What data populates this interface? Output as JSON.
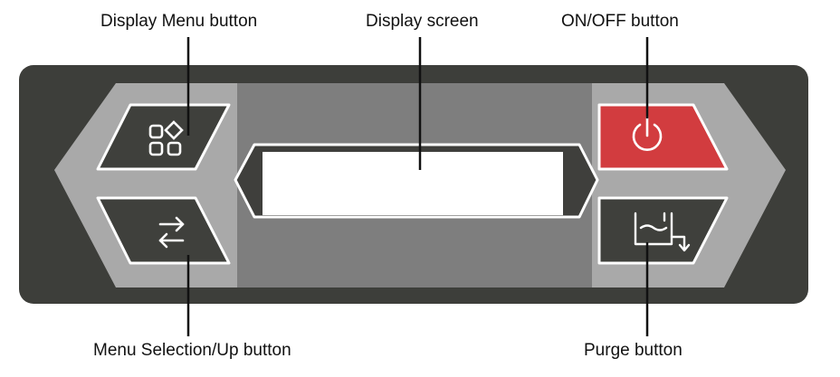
{
  "labels": {
    "display_menu_button": "Display Menu button",
    "display_screen": "Display screen",
    "onoff_button": "ON/OFF button",
    "menu_selection_up_button": "Menu Selection/Up button",
    "purge_button": "Purge button"
  },
  "colors": {
    "panel_outer": "#3d3e3a",
    "panel_grey": "#a9a9a9",
    "screen_surround": "#7e7e7e",
    "screen_bezel": "#3f3f3c",
    "screen_lcd": "#ffffff",
    "button_dark": "#3f403c",
    "button_power": "#d23c3f",
    "outline": "#ffffff",
    "callout_line": "#111111"
  },
  "icons": {
    "display_menu_button": "grid-diamond-icon",
    "onoff_button": "power-icon",
    "menu_selection_up_button": "swap-arrows-icon",
    "purge_button": "tank-drain-icon"
  }
}
